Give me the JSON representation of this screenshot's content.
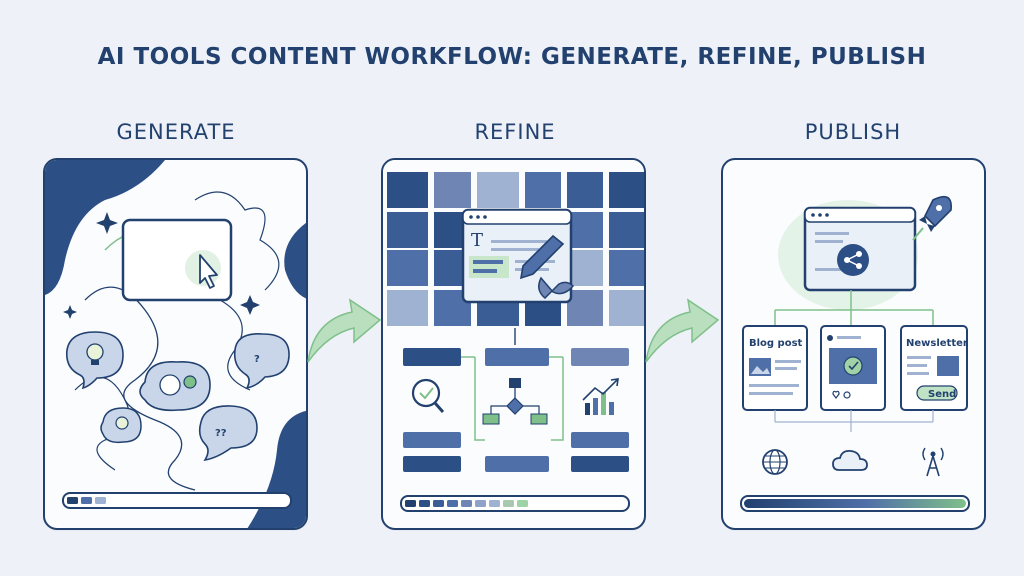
{
  "title": "AI TOOLS CONTENT WORKFLOW: GENERATE, REFINE, PUBLISH",
  "columns": [
    {
      "id": "generate",
      "title": "GENERATE"
    },
    {
      "id": "refine",
      "title": "REFINE"
    },
    {
      "id": "publish",
      "title": "PUBLISH"
    }
  ],
  "publish": {
    "cards": [
      {
        "label": "Blog post"
      },
      {
        "label": ""
      },
      {
        "label": "Newsletter",
        "button": "Send"
      }
    ]
  },
  "generate_bubbles": [
    "?",
    "??",
    "?"
  ],
  "colors": {
    "navy": "#22416f",
    "mid_blue": "#4f6fa8",
    "light_blue": "#c9d6ea",
    "green": "#7fc08a",
    "background": "#eef2f8"
  },
  "progress": {
    "generate": 0.18,
    "refine": 0.55,
    "publish": 1.0
  }
}
